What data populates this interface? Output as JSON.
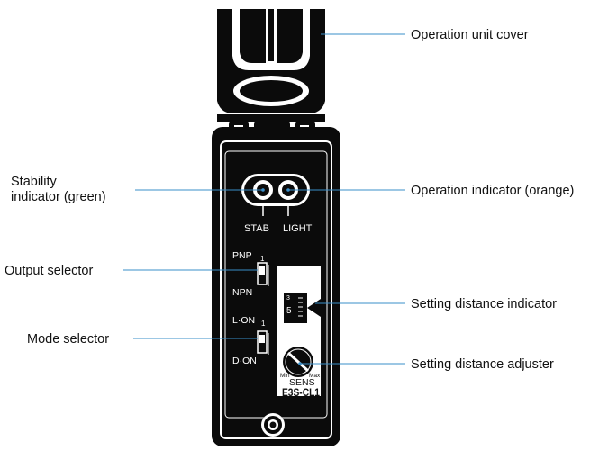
{
  "colors": {
    "leader_line": "#3a8fc9",
    "body": "#0b0b0b",
    "label_text": "#111111",
    "background": "#ffffff"
  },
  "callouts": {
    "operation_unit_cover": "Operation unit cover",
    "stability_indicator_line1": "Stability",
    "stability_indicator_line2": "indicator (green)",
    "operation_indicator": "Operation indicator (orange)",
    "output_selector": "Output selector",
    "setting_distance_indicator": "Setting distance indicator",
    "mode_selector": "Mode selector",
    "setting_distance_adjuster": "Setting distance adjuster"
  },
  "panel": {
    "stab": "STAB",
    "light": "LIGHT",
    "pnp": "PNP",
    "npn": "NPN",
    "lon": "L·ON",
    "don": "D·ON",
    "switch_mark": "1",
    "scale_top": "3",
    "scale_mid": "5",
    "min": "Min",
    "max": "Max",
    "sens": "SENS",
    "model": "E3S-CL1"
  }
}
